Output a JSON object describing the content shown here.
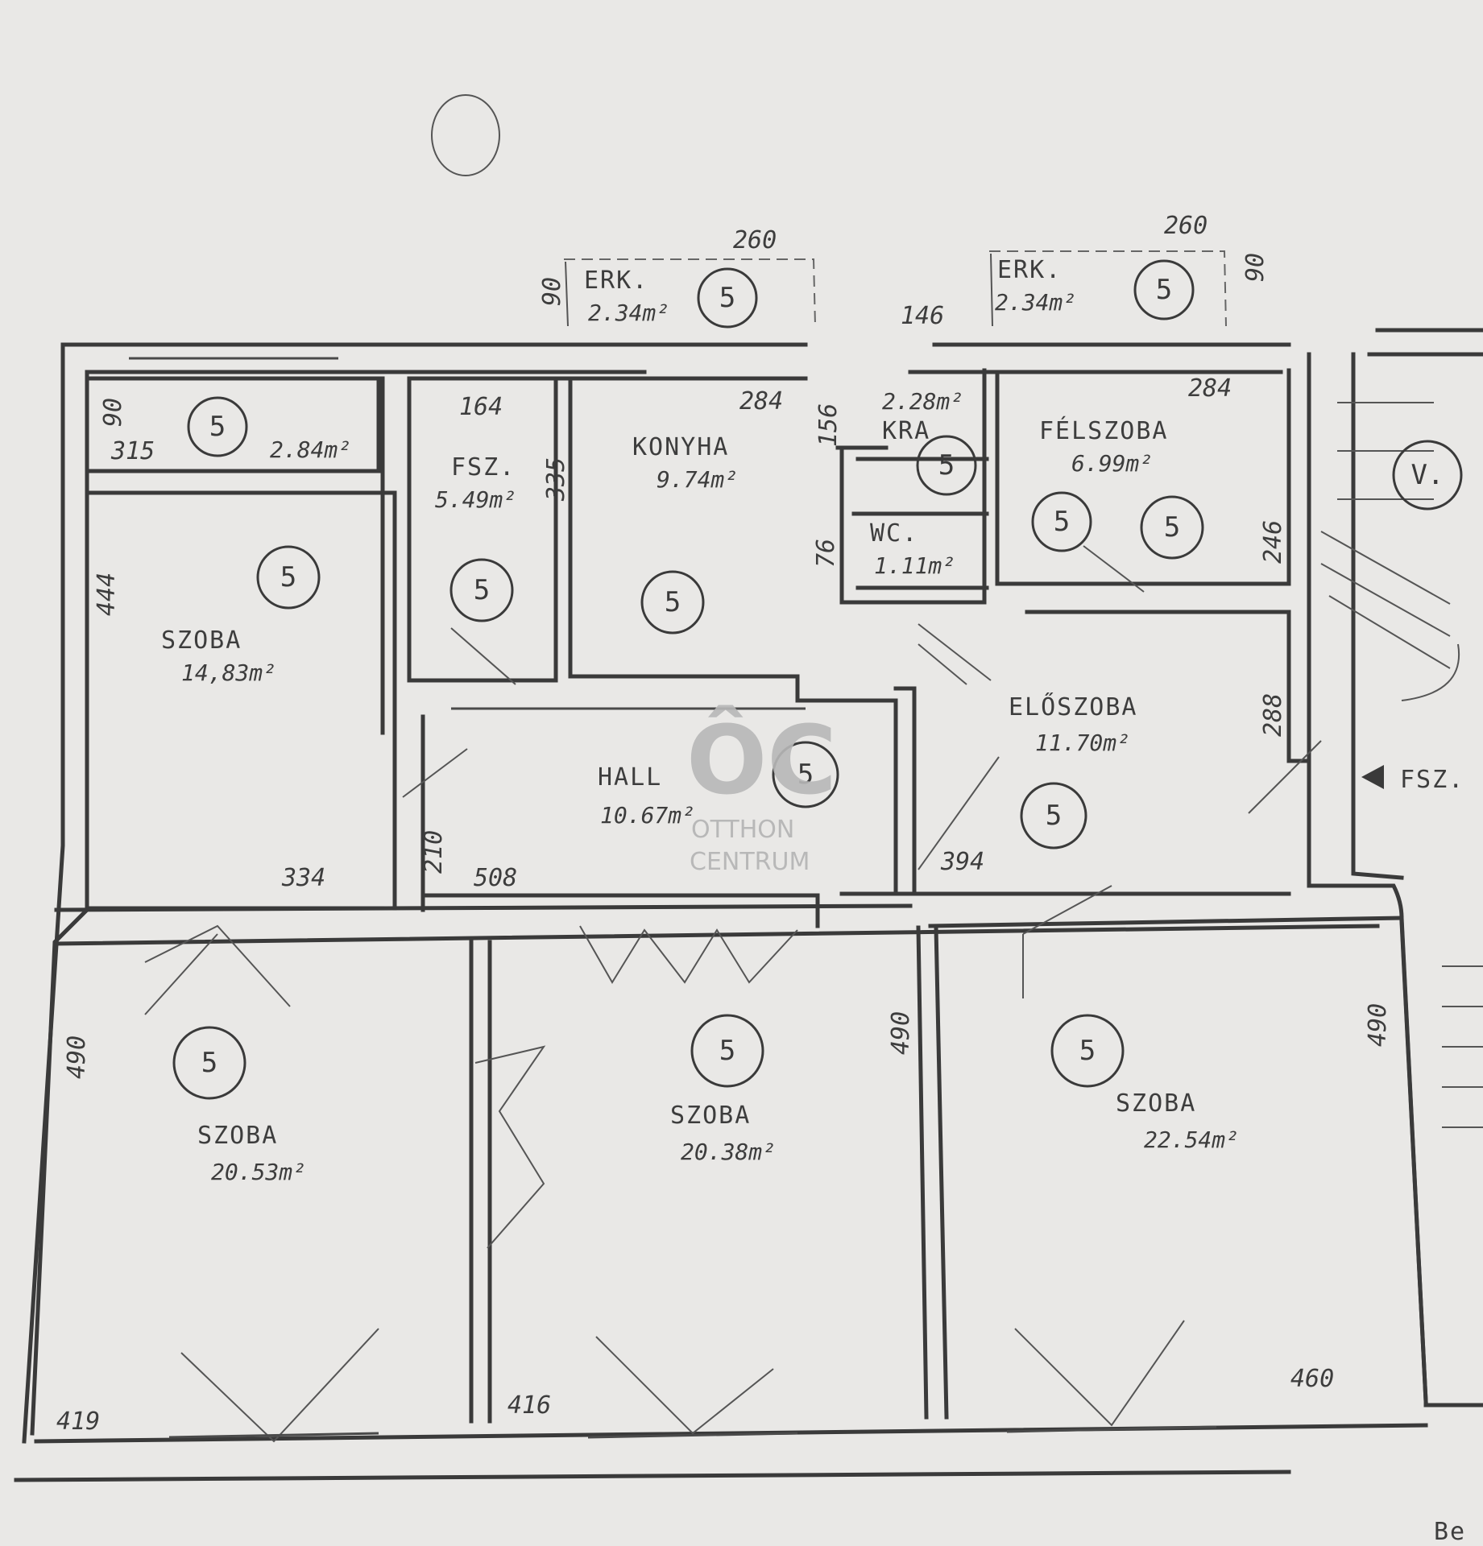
{
  "rooms": [
    {
      "id": "szoba1",
      "name": "SZOBA",
      "area": "14,83m²"
    },
    {
      "id": "fsz-room",
      "name": "FSZ.",
      "area": "5.49m²"
    },
    {
      "id": "konyha",
      "name": "KONYHA",
      "area": "9.74m²"
    },
    {
      "id": "kra",
      "name": "KRA",
      "area": "2.28m²"
    },
    {
      "id": "wc",
      "name": "WC.",
      "area": "1.11m²"
    },
    {
      "id": "felszoba",
      "name": "FÉLSZOBA",
      "area": "6.99m²"
    },
    {
      "id": "eloszoba",
      "name": "ELŐSZOBA",
      "area": "11.70m²"
    },
    {
      "id": "hall",
      "name": "HALL",
      "area": "10.67m²"
    },
    {
      "id": "szoba2",
      "name": "SZOBA",
      "area": "20.53m²"
    },
    {
      "id": "szoba3",
      "name": "SZOBA",
      "area": "20.38m²"
    },
    {
      "id": "szoba4",
      "name": "SZOBA",
      "area": "22.54m²"
    }
  ],
  "balconies": [
    {
      "name": "ERK.",
      "area": "2.34m²"
    },
    {
      "name": "ERK.",
      "area": "2.34m²"
    }
  ],
  "balcony_left_area": "2.84m²",
  "circle_marks": {
    "standard": "5",
    "stair": "V."
  },
  "entrance_label": "FSZ.",
  "bottom_corner_text": "Be",
  "dimensions": {
    "d260a": "260",
    "d260b": "260",
    "d90a": "90",
    "d90b": "90",
    "d90c": "90",
    "d146": "146",
    "d284a": "284",
    "d284b": "284",
    "d164": "164",
    "d315": "315",
    "d335": "335",
    "d156": "156",
    "d76": "76",
    "d246": "246",
    "d444": "444",
    "d288": "288",
    "d210": "210",
    "d334": "334",
    "d508": "508",
    "d394": "394",
    "d490a": "490",
    "d490b": "490",
    "d490c": "490",
    "d419": "419",
    "d416": "416",
    "d460": "460"
  },
  "watermark": {
    "mark": "ÔC",
    "line1": "OTTHON",
    "line2": "CENTRUM"
  }
}
